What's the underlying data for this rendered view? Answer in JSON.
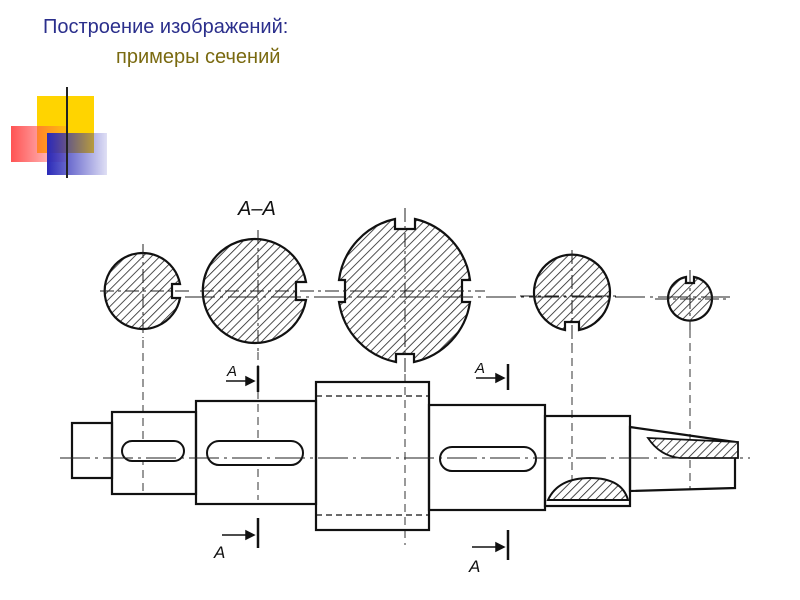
{
  "slide": {
    "title": "Построение изображений:",
    "subtitle": "примеры сечений"
  },
  "drawing": {
    "section_title": "А–А",
    "arrow_labels": [
      "А",
      "А",
      "А",
      "А"
    ]
  }
}
